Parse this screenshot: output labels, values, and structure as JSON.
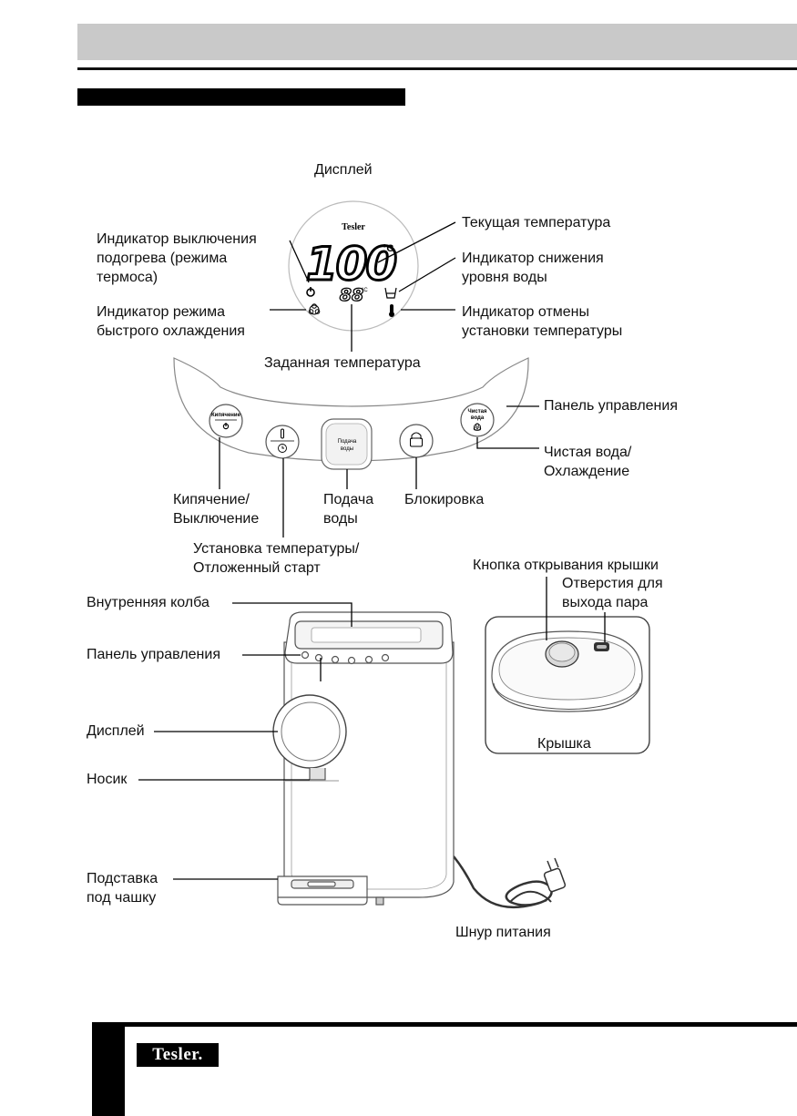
{
  "display_section": {
    "title": "Дисплей",
    "brand": "Tesler",
    "current_temp_digits": "100",
    "current_temp_unit": "°C",
    "set_temp_digits": "88",
    "set_temp_unit": "°C",
    "labels": {
      "heating_off_indicator": [
        "Индикатор выключения",
        "подогрева (режима",
        "термоса)"
      ],
      "fast_cooling_indicator": [
        "Индикатор режима",
        "быстрого охлаждения"
      ],
      "current_temperature": "Текущая температура",
      "water_level_indicator": [
        "Индикатор снижения",
        "уровня воды"
      ],
      "temp_cancel_indicator": [
        "Индикатор отмены",
        "установки температуры"
      ],
      "set_temperature": "Заданная температура"
    }
  },
  "control_panel": {
    "buttons": {
      "boil": "Кипячение",
      "water_supply": [
        "Подача",
        "воды"
      ],
      "pure_water": [
        "Чистая",
        "вода"
      ]
    },
    "labels": {
      "panel": "Панель управления",
      "pure_water_cooling": [
        "Чистая вода/",
        "Охлаждение"
      ],
      "boil_off": [
        "Кипячение/",
        "Выключение"
      ],
      "water_supply": [
        "Подача",
        "воды"
      ],
      "lock": "Блокировка",
      "temp_setting": [
        "Установка температуры/",
        "Отложенный старт"
      ]
    }
  },
  "device": {
    "labels": {
      "inner_flask": "Внутренняя колба",
      "control_panel": "Панель управления",
      "display": "Дисплей",
      "spout": "Носик",
      "cup_stand": [
        "Подставка",
        "под чашку"
      ],
      "power_cord": "Шнур питания"
    }
  },
  "lid": {
    "labels": {
      "open_button": "Кнопка открывания крышки",
      "steam_holes": [
        "Отверстия для",
        "выхода пара"
      ],
      "lid": "Крышка"
    }
  },
  "footer": {
    "logo": "Tesler."
  }
}
